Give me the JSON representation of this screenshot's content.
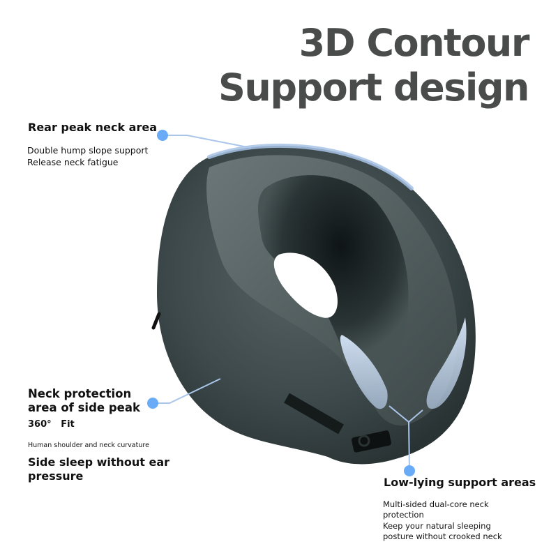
{
  "title": {
    "line1": "3D Contour",
    "line2": "Support design",
    "color": "#4a4c4b"
  },
  "callouts": {
    "rear": {
      "heading": "Rear peak neck area",
      "lines": [
        "Double hump slope support",
        "Release neck fatigue"
      ]
    },
    "side": {
      "heading_line1": "Neck protection",
      "heading_line2": "area of side peak",
      "fit": "360°   Fit",
      "small": "Human shoulder and neck curvature",
      "feature_line1": "Side sleep without ear",
      "feature_line2": "pressure"
    },
    "low": {
      "heading": "Low-lying support areas",
      "lines": [
        "Multi-sided dual-core neck",
        "protection",
        "Keep your natural sleeping",
        "posture without crooked neck"
      ]
    }
  },
  "colors": {
    "dot": "#6aabf7",
    "connector": "#a9c6ea",
    "pillow": "#3f4a4b",
    "pillow_dark": "#1e2526",
    "highlight": "#c9ddf5"
  },
  "product": {
    "name": "U-shaped neck pillow",
    "icon": "neck-pillow-illustration"
  }
}
